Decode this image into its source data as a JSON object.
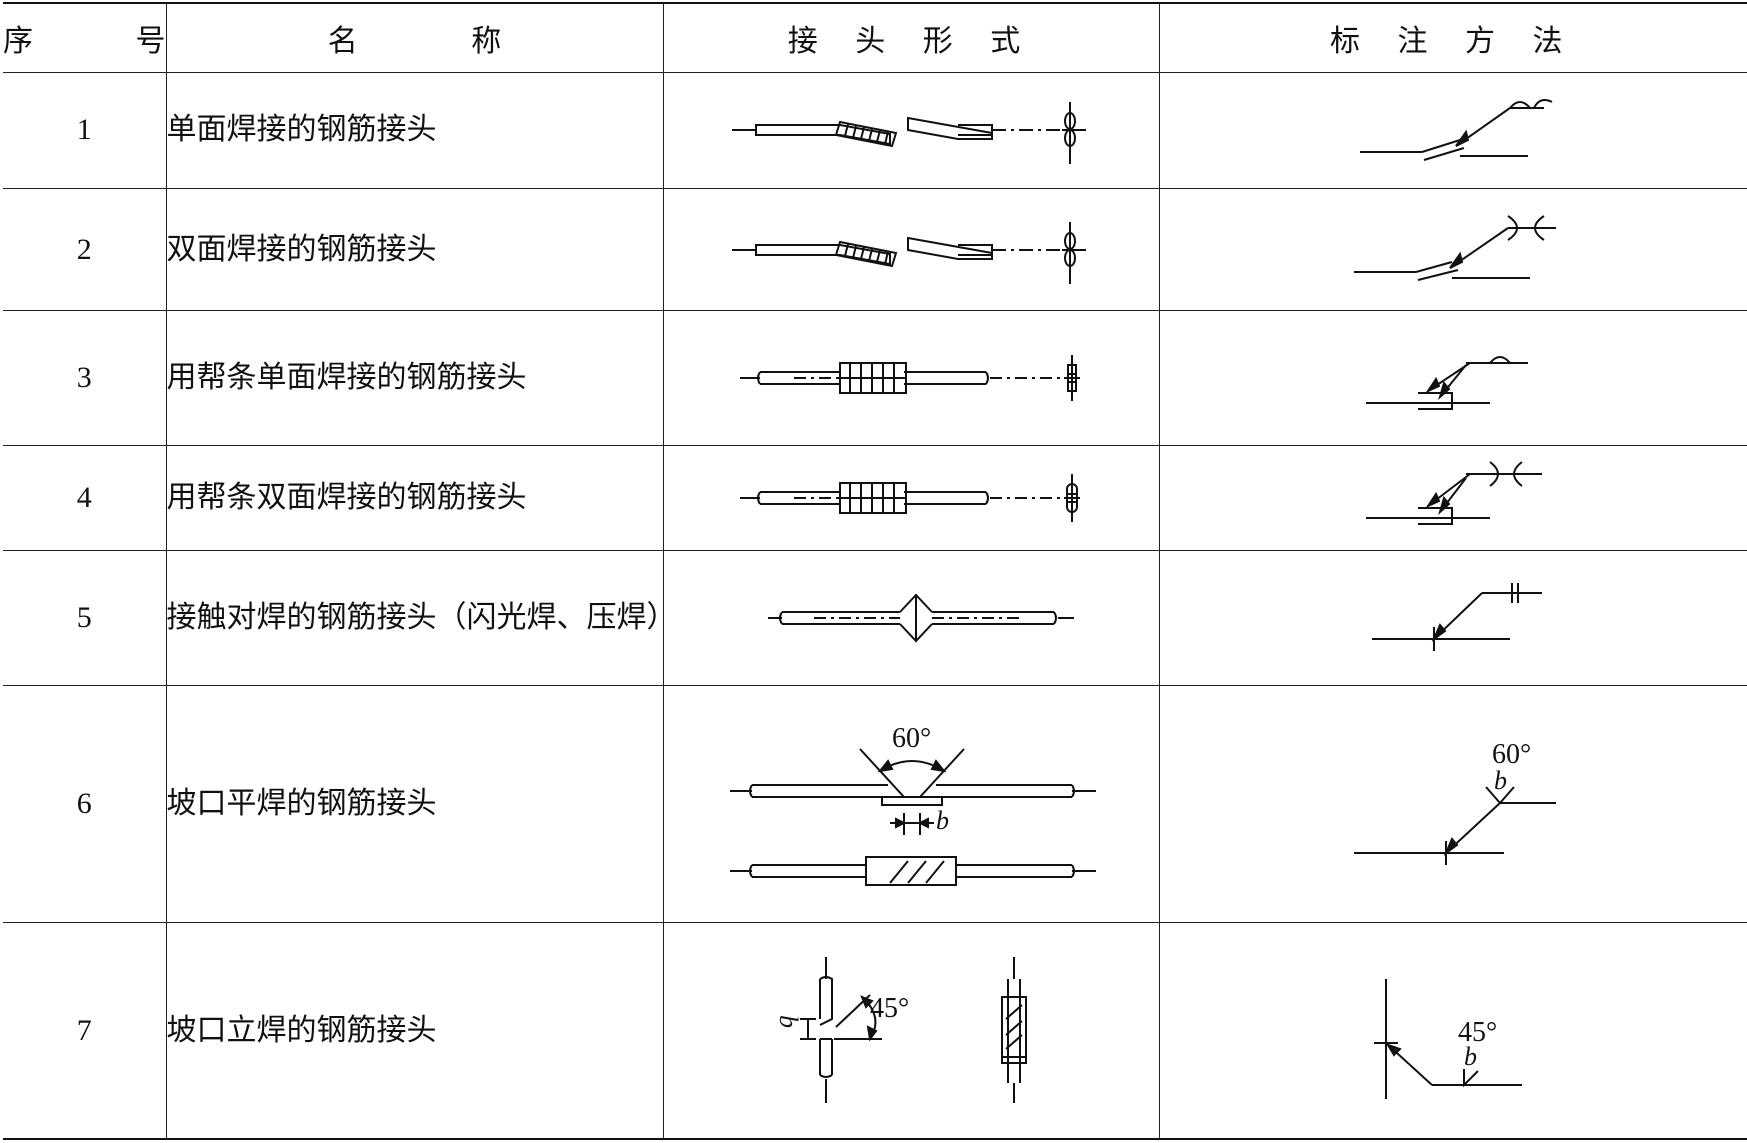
{
  "headers": {
    "seq": "序 号",
    "name": "名 称",
    "form": "接 头 形 式",
    "method": "标 注 方 法"
  },
  "rows": [
    {
      "no": "1",
      "name": "单面焊接的钢筋接头"
    },
    {
      "no": "2",
      "name": "双面焊接的钢筋接头"
    },
    {
      "no": "3",
      "name": "用帮条单面焊接的钢筋接头"
    },
    {
      "no": "4",
      "name": "用帮条双面焊接的钢筋接头"
    },
    {
      "no": "5",
      "name": "接触对焊的钢筋接头（闪光焊、压焊）"
    },
    {
      "no": "6",
      "name": "坡口平焊的钢筋接头"
    },
    {
      "no": "7",
      "name": "坡口立焊的钢筋接头"
    }
  ],
  "annotations": {
    "angle_60": "60°",
    "angle_45": "45°",
    "gap_b": "b"
  }
}
